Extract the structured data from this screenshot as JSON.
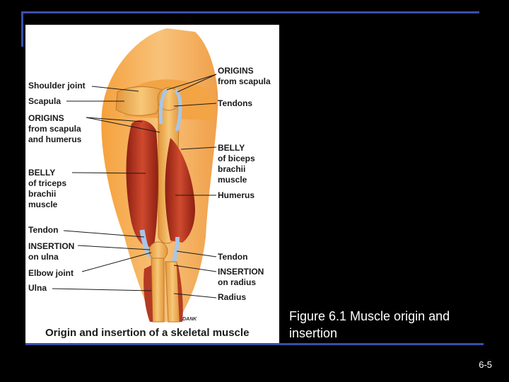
{
  "figure": {
    "title": "Origin and insertion of a skeletal muscle",
    "signature": "DANK",
    "labels_left": {
      "shoulder_joint": "Shoulder joint",
      "scapula": "Scapula",
      "origins_scapula_humerus": "ORIGINS\nfrom scapula\nand humerus",
      "belly_triceps": "BELLY\nof triceps\nbrachii\nmuscle",
      "tendon": "Tendon",
      "insertion_ulna": "INSERTION\non ulna",
      "elbow_joint": "Elbow joint",
      "ulna": "Ulna"
    },
    "labels_right": {
      "origins_scapula": "ORIGINS\nfrom scapula",
      "tendons": "Tendons",
      "belly_biceps": "BELLY\nof biceps\nbrachii\nmuscle",
      "humerus": "Humerus",
      "tendon": "Tendon",
      "insertion_radius": "INSERTION\non radius",
      "radius": "Radius"
    }
  },
  "caption": "Figure 6.1 Muscle origin and insertion",
  "slide_number": "6-5",
  "colors": {
    "background": "#000000",
    "rule": "#3b4fa8",
    "skin": "#f2a24a",
    "muscle": "#b2331f",
    "tendon": "#a9c6e6",
    "bone": "#efb25a"
  }
}
